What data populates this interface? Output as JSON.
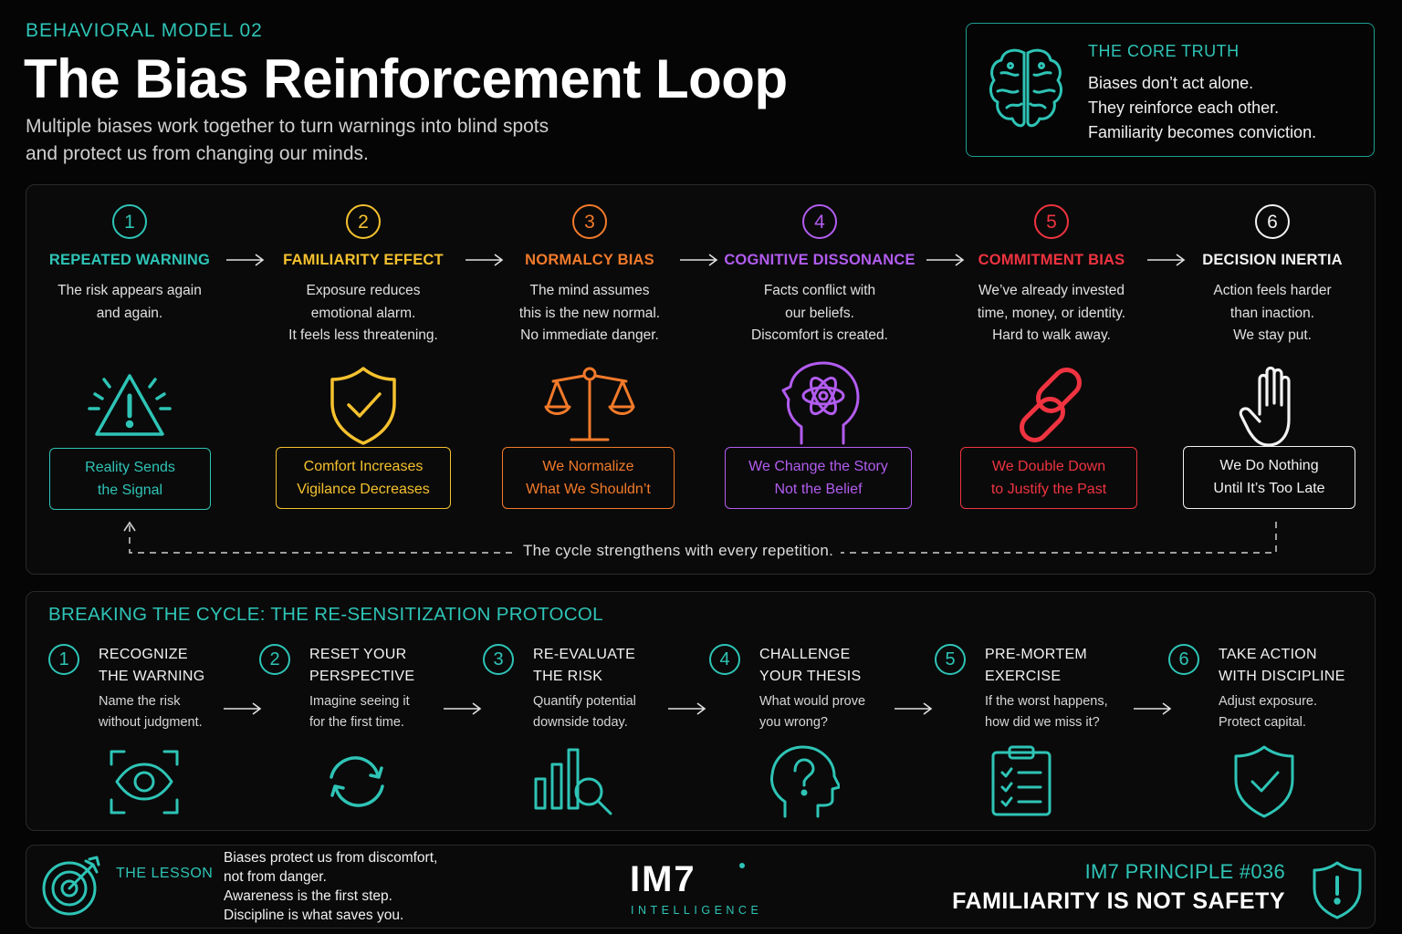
{
  "header": {
    "eyebrow": "BEHAVIORAL MODEL 02",
    "title": "The Bias Reinforcement Loop",
    "subtitle_lines": [
      "Multiple biases work together to turn warnings into blind spots",
      "and protect us from changing our minds."
    ]
  },
  "core_truth": {
    "heading": "THE CORE TRUTH",
    "lines": [
      "Biases don’t act alone.",
      "They reinforce each other.",
      "Familiarity becomes conviction."
    ],
    "icon": "brain-icon"
  },
  "loop": {
    "steps": [
      {
        "number": "1",
        "label": "REPEATED WARNING",
        "desc": [
          "The risk appears again",
          "and again."
        ],
        "outcome": [
          "Reality Sends",
          "the Signal"
        ],
        "color": "#2ec4b6",
        "icon": "warning-triangle-icon"
      },
      {
        "number": "2",
        "label": "FAMILIARITY EFFECT",
        "desc": [
          "Exposure reduces",
          "emotional alarm.",
          "It feels less threatening."
        ],
        "outcome": [
          "Comfort Increases",
          "Vigilance Decreases"
        ],
        "color": "#f5c12e",
        "icon": "shield-check-icon"
      },
      {
        "number": "3",
        "label": "NORMALCY BIAS",
        "desc": [
          "The mind assumes",
          "this is the new normal.",
          "No immediate danger."
        ],
        "outcome": [
          "We Normalize",
          "What We Shouldn’t"
        ],
        "color": "#f27a2a",
        "icon": "scales-icon"
      },
      {
        "number": "4",
        "label": "COGNITIVE DISSONANCE",
        "desc": [
          "Facts conflict with",
          "our beliefs.",
          "Discomfort is created."
        ],
        "outcome": [
          "We Change the Story",
          "Not the Belief"
        ],
        "color": "#b25cf0",
        "icon": "head-tangle-icon"
      },
      {
        "number": "5",
        "label": "COMMITMENT BIAS",
        "desc": [
          "We’ve already invested",
          "time, money, or identity.",
          "Hard to walk away."
        ],
        "outcome": [
          "We Double Down",
          "to Justify the Past"
        ],
        "color": "#ef3340",
        "icon": "chain-link-icon"
      },
      {
        "number": "6",
        "label": "DECISION INERTIA",
        "desc": [
          "Action feels harder",
          "than inaction.",
          "We stay put."
        ],
        "outcome": [
          "We Do Nothing",
          "Until It’s Too Late"
        ],
        "color": "#f2f2f2",
        "icon": "hand-stop-icon"
      }
    ],
    "cycle_text": "The cycle strengthens with every repetition."
  },
  "protocol": {
    "heading": "BREAKING THE CYCLE: THE RE-SENSITIZATION PROTOCOL",
    "steps": [
      {
        "number": "1",
        "title": [
          "RECOGNIZE",
          "THE WARNING"
        ],
        "desc": [
          "Name the risk",
          "without judgment."
        ],
        "icon": "eye-scan-icon"
      },
      {
        "number": "2",
        "title": [
          "RESET YOUR",
          "PERSPECTIVE"
        ],
        "desc": [
          "Imagine seeing it",
          "for the first time."
        ],
        "icon": "refresh-icon"
      },
      {
        "number": "3",
        "title": [
          "RE-EVALUATE",
          "THE RISK"
        ],
        "desc": [
          "Quantify potential",
          "downside today."
        ],
        "icon": "chart-magnifier-icon"
      },
      {
        "number": "4",
        "title": [
          "CHALLENGE",
          "YOUR THESIS"
        ],
        "desc": [
          "What would prove",
          "you wrong?"
        ],
        "icon": "head-question-icon"
      },
      {
        "number": "5",
        "title": [
          "PRE-MORTEM",
          "EXERCISE"
        ],
        "desc": [
          "If the worst happens,",
          "how did we miss it?"
        ],
        "icon": "clipboard-checklist-icon"
      },
      {
        "number": "6",
        "title": [
          "TAKE ACTION",
          "WITH DISCIPLINE"
        ],
        "desc": [
          "Adjust exposure.",
          "Protect capital."
        ],
        "icon": "shield-check-icon"
      }
    ]
  },
  "lesson": {
    "label": "THE LESSON",
    "lines": [
      "Biases protect us from discomfort,",
      "not from danger.",
      "Awareness is the first step.",
      "Discipline is what saves you."
    ],
    "icon": "target-arrow-icon"
  },
  "brand": {
    "name": "IM7",
    "sub": "INTELLIGENCE"
  },
  "principle": {
    "number": "IM7 PRINCIPLE #036",
    "text": "FAMILIARITY IS NOT SAFETY",
    "icon": "shield-alert-icon"
  },
  "colors": {
    "accent": "#2ec4b6",
    "background": "#050505"
  }
}
